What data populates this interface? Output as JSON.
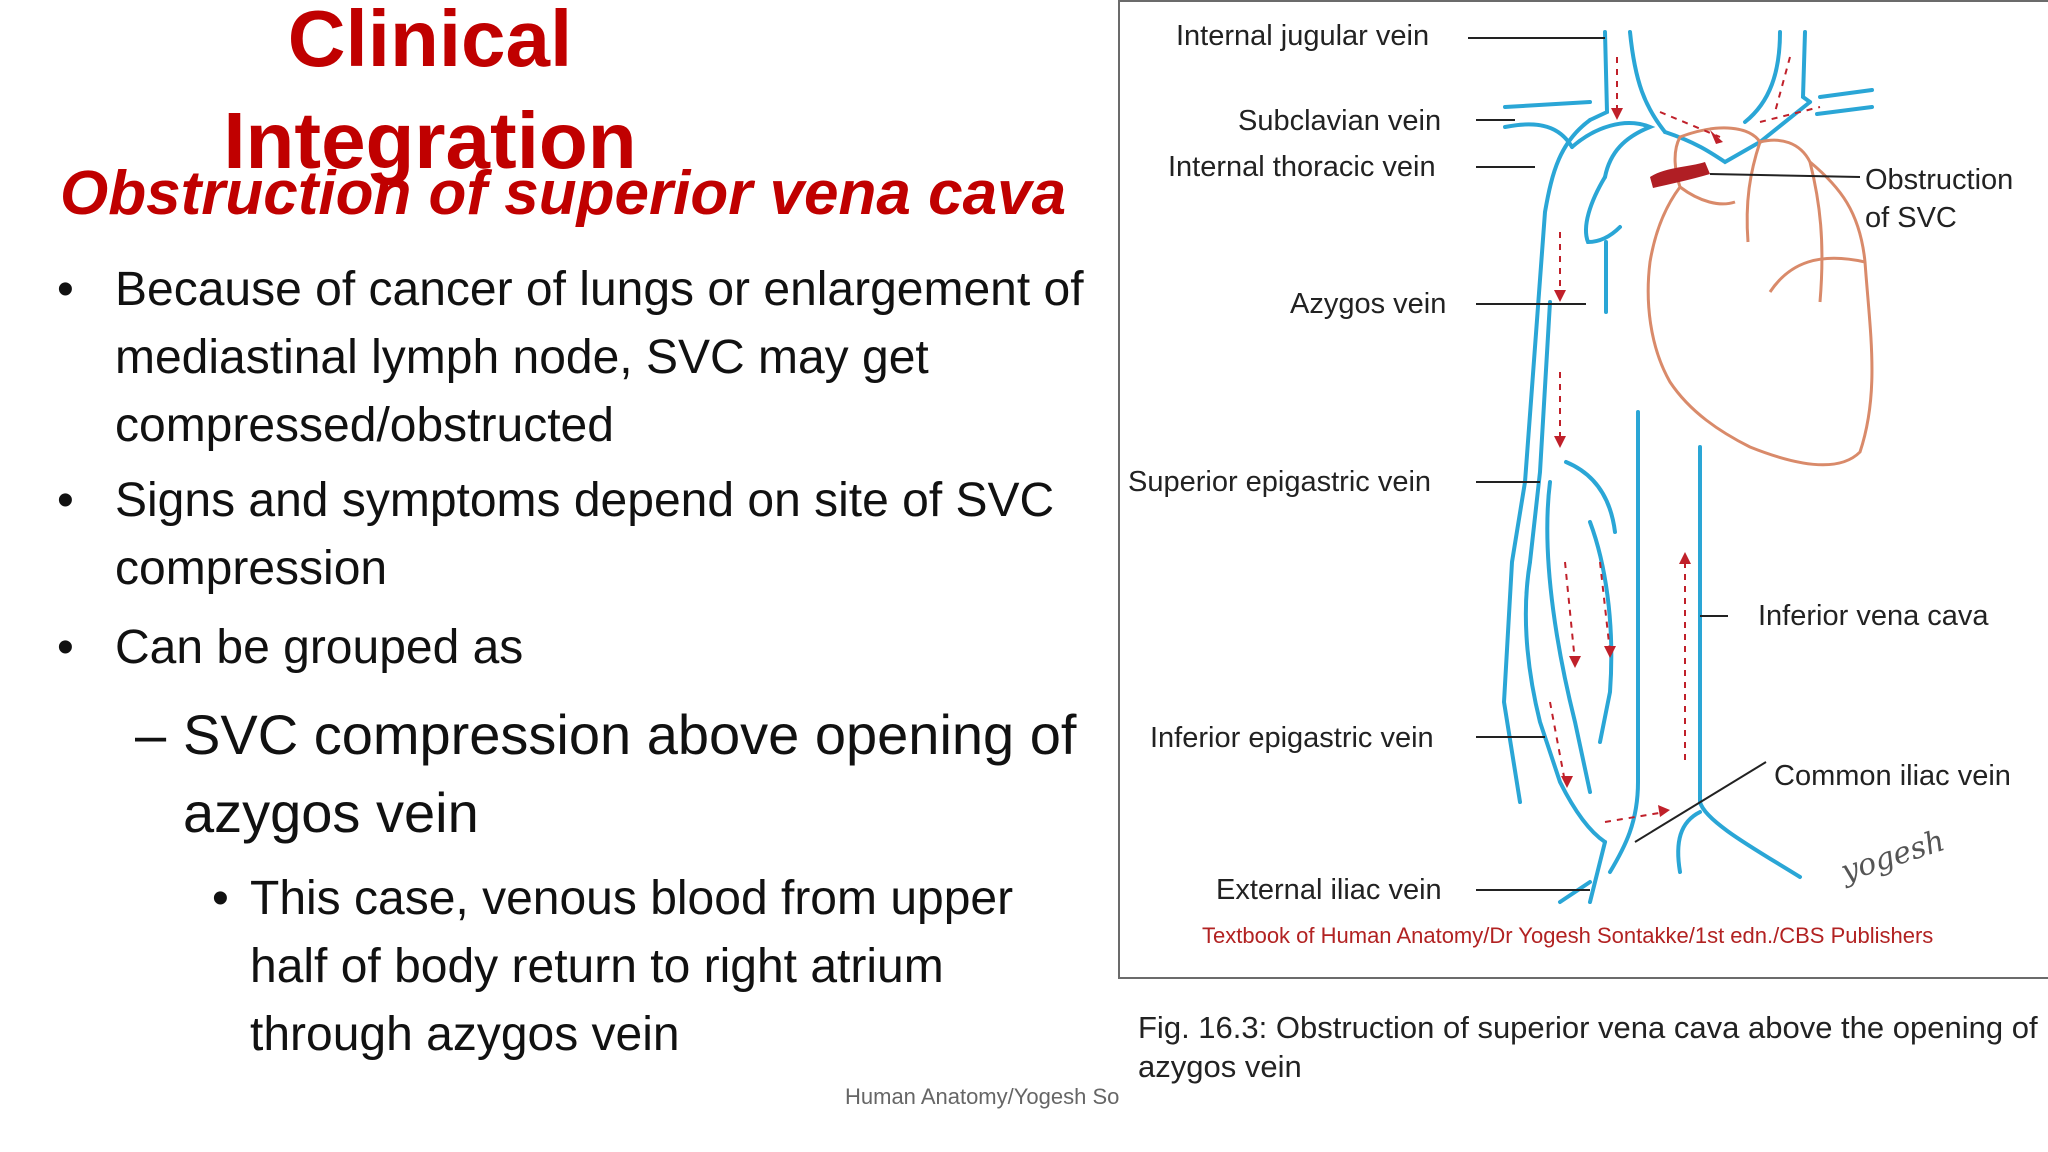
{
  "slide": {
    "title": "Clinical Integration",
    "subtitle": "Obstruction of superior vena cava",
    "bullets": [
      {
        "text": "Because of cancer of lungs or enlargement of mediastinal lymph node, SVC may get compressed/obstructed"
      },
      {
        "text": "Signs and symptoms depend on site of SVC compression"
      },
      {
        "text": "Can be grouped as"
      }
    ],
    "sub_bullet": {
      "text": "SVC compression above opening of azygos vein"
    },
    "sub_sub_bullet": {
      "text": "This case, venous blood from upper half of body return to right atrium through azygos vein"
    },
    "bullet_marker": "•",
    "dash_marker": "–",
    "footer": "Human Anatomy/Yogesh Sontakke"
  },
  "figure": {
    "labels": {
      "internal_jugular": "Internal jugular vein",
      "subclavian": "Subclavian vein",
      "internal_thoracic": "Internal thoracic vein",
      "azygos": "Azygos vein",
      "superior_epigastric": "Superior epigastric vein",
      "inferior_epigastric": "Inferior epigastric vein",
      "external_iliac": "External iliac vein",
      "obstruction_line1": "Obstruction",
      "obstruction_line2": "of SVC",
      "inferior_vena_cava": "Inferior vena cava",
      "common_iliac": "Common iliac vein"
    },
    "signature": "yogesh",
    "credit": "Textbook of Human Anatomy/Dr Yogesh Sontakke/1st edn./CBS Publishers",
    "caption": "Fig. 16.3: Obstruction of superior vena cava above the opening of azygos vein",
    "colors": {
      "vein": "#2aa6d6",
      "heart": "#d98a6a",
      "arrow": "#c0202a",
      "obstruction": "#b01e24"
    }
  }
}
